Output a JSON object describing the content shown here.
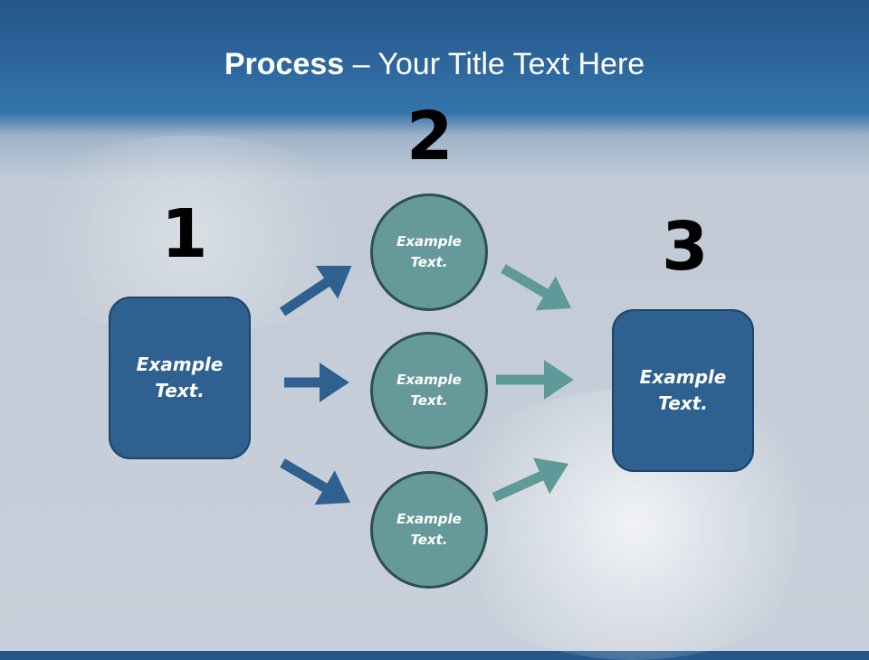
{
  "title": {
    "bold": "Process",
    "rest": " – Your Title Text Here"
  },
  "steps": {
    "one": "1",
    "two": "2",
    "three": "3"
  },
  "box_left": {
    "line1": "Example",
    "line2": "Text."
  },
  "box_right": {
    "line1": "Example",
    "line2": "Text."
  },
  "circles": [
    {
      "line1": "Example",
      "line2": "Text."
    },
    {
      "line1": "Example",
      "line2": "Text."
    },
    {
      "line1": "Example",
      "line2": "Text."
    }
  ],
  "colors": {
    "box": "#2e6090",
    "circle": "#669999",
    "arrow_left": "#2e6090",
    "arrow_right": "#5f9999"
  }
}
